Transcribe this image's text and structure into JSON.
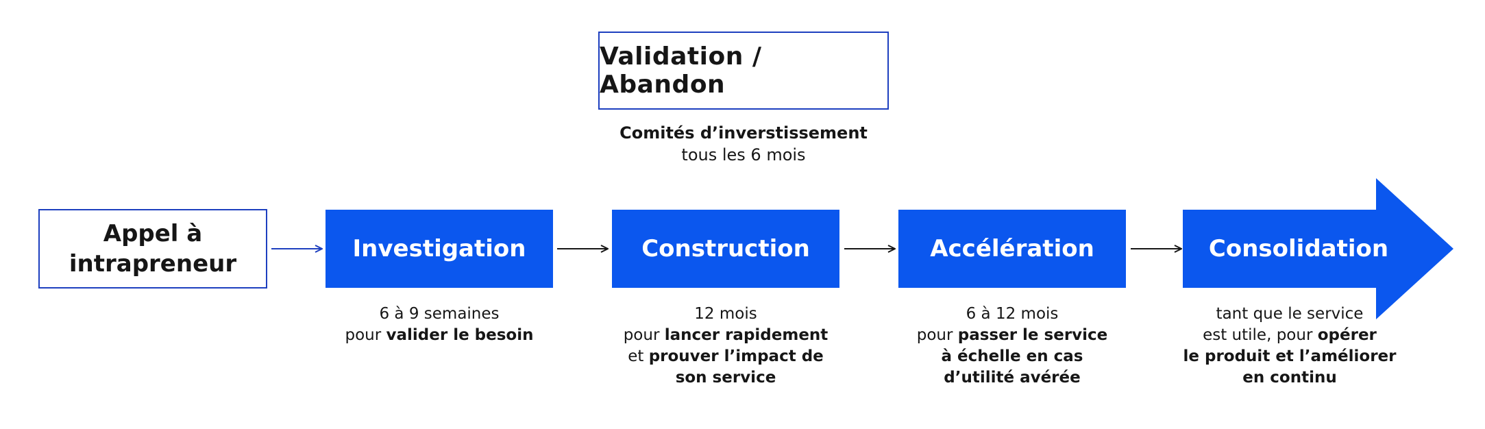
{
  "review": {
    "title": "Validation / Abandon",
    "committee_strong": "Comités d’inverstissement",
    "committee_light": "tous les 6 mois"
  },
  "entry": {
    "line1": "Appel à",
    "line2": "intrapreneur"
  },
  "phases": [
    {
      "label": "Investigation",
      "desc": [
        [
          {
            "t": "6 à 9 semaines",
            "b": false
          }
        ],
        [
          {
            "t": "pour ",
            "b": false
          },
          {
            "t": "valider le besoin",
            "b": true
          }
        ]
      ]
    },
    {
      "label": "Construction",
      "desc": [
        [
          {
            "t": "12 mois",
            "b": false
          }
        ],
        [
          {
            "t": "pour ",
            "b": false
          },
          {
            "t": "lancer rapidement",
            "b": true
          }
        ],
        [
          {
            "t": "et ",
            "b": false
          },
          {
            "t": "prouver l’impact de",
            "b": true
          }
        ],
        [
          {
            "t": "son service",
            "b": true
          }
        ]
      ]
    },
    {
      "label": "Accélération",
      "desc": [
        [
          {
            "t": "6 à 12 mois",
            "b": false
          }
        ],
        [
          {
            "t": "pour ",
            "b": false
          },
          {
            "t": "passer le service",
            "b": true
          }
        ],
        [
          {
            "t": "à échelle en cas",
            "b": true
          }
        ],
        [
          {
            "t": "d’utilité avérée",
            "b": true
          }
        ]
      ]
    },
    {
      "label": "Consolidation",
      "desc": [
        [
          {
            "t": "tant que le service",
            "b": false
          }
        ],
        [
          {
            "t": "est utile, pour ",
            "b": false
          },
          {
            "t": "opérer",
            "b": true
          }
        ],
        [
          {
            "t": "le produit et l’améliorer",
            "b": true
          }
        ],
        [
          {
            "t": "en continu",
            "b": true
          }
        ]
      ]
    }
  ],
  "colors": {
    "accent": "#0b57ee",
    "border": "#1d3fbf",
    "text": "#161616"
  },
  "icons": {
    "connector": "arrow-right-icon",
    "final_shape": "big-arrow-shape"
  }
}
